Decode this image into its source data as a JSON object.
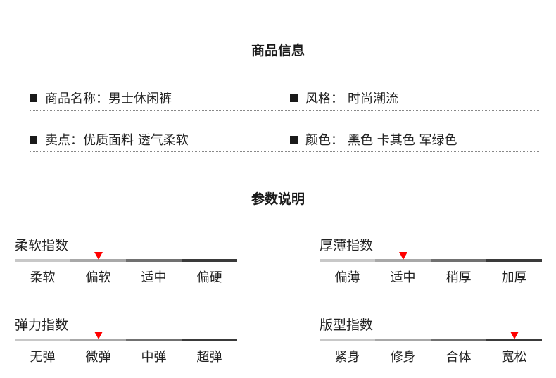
{
  "product_info": {
    "title": "商品信息",
    "rows": [
      {
        "left": {
          "label": "商品名称：",
          "value": "男士休闲裤"
        },
        "right": {
          "label": "风格：",
          "value": "时尚潮流"
        }
      },
      {
        "left": {
          "label": "卖点：",
          "value": "优质面料 透气柔软"
        },
        "right": {
          "label": "颜色：",
          "value": "黑色 卡其色 军绿色"
        }
      }
    ]
  },
  "parameters": {
    "title": "参数说明",
    "bar_colors": [
      "#c8c8c8",
      "#a8a8a8",
      "#707070",
      "#3a3a3a"
    ],
    "marker_color": "#ff0000",
    "indices": [
      {
        "title": "柔软指数",
        "levels": [
          "柔软",
          "偏软",
          "适中",
          "偏硬"
        ],
        "selected": "偏软"
      },
      {
        "title": "厚薄指数",
        "levels": [
          "偏薄",
          "适中",
          "稍厚",
          "加厚"
        ],
        "selected": "适中"
      },
      {
        "title": "弹力指数",
        "levels": [
          "无弹",
          "微弹",
          "中弹",
          "超弹"
        ],
        "selected": "微弹"
      },
      {
        "title": "版型指数",
        "levels": [
          "紧身",
          "修身",
          "合体",
          "宽松"
        ],
        "selected": "宽松"
      }
    ]
  }
}
